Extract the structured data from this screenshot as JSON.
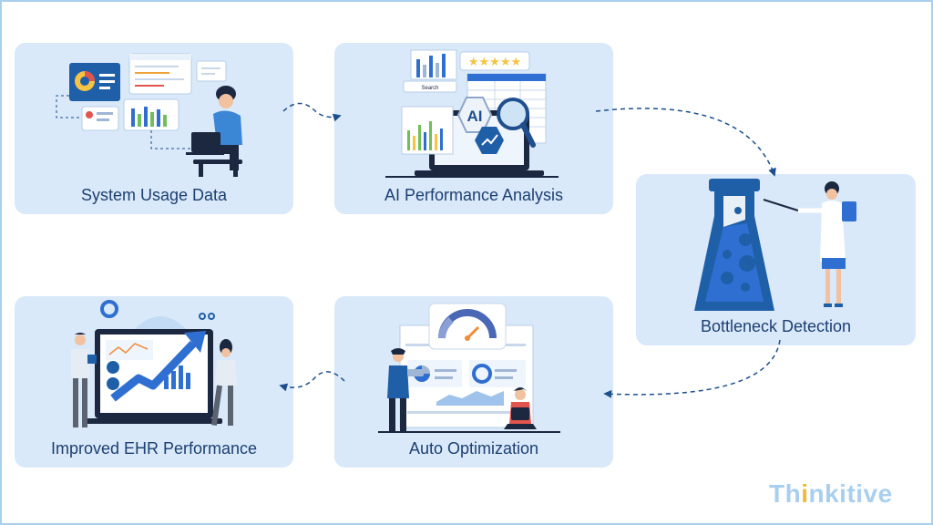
{
  "steps": [
    {
      "label": "System Usage Data"
    },
    {
      "label": "AI Performance Analysis"
    },
    {
      "label": "Bottleneck Detection"
    },
    {
      "label": "Auto Optimization"
    },
    {
      "label": "Improved EHR Performance"
    }
  ],
  "illustration_text": {
    "search": "Search",
    "ai_badge": "AI",
    "stars": "★★★★★"
  },
  "brand": {
    "prefix": "Th",
    "dot_letter": "i",
    "suffix": "nkitive"
  },
  "colors": {
    "card_bg": "#d9e9f9",
    "label_text": "#1d3f72",
    "arrow": "#1d4f8c",
    "accent_blue": "#2f6fd1",
    "brand_text": "#a9cfee",
    "brand_dot": "#f3b73a"
  }
}
